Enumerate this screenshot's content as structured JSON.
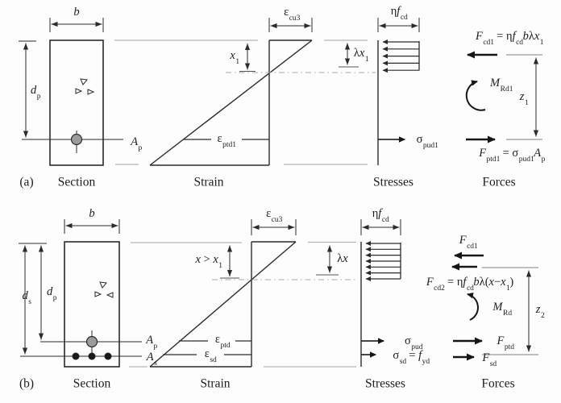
{
  "figure_type": "reinforced-prestressed-concrete-section-analysis",
  "colors": {
    "ink": "#2b2b2b",
    "light_reference_line": "#b5b5b5",
    "neutral_axis_line": "#a9a9a9",
    "tendon_fill": "#9b9b9b",
    "rebar_fill": "#1a1a1a",
    "background": "#fdfdfd"
  },
  "panel_a": {
    "tag": "(a)",
    "captions": {
      "section": "Section",
      "strain": "Strain",
      "stresses": "Stresses",
      "forces": "Forces"
    },
    "labels": {
      "b": [
        {
          "t": "b",
          "i": 1
        }
      ],
      "dp": [
        {
          "t": "d",
          "s": "p",
          "i": 1
        }
      ],
      "Ap": [
        {
          "t": "A",
          "s": "p",
          "i": 1
        }
      ],
      "ecu3": [
        {
          "t": "ε",
          "s": "cu3"
        }
      ],
      "x1": [
        {
          "t": "x",
          "s": "1",
          "i": 1
        }
      ],
      "eptd1": [
        {
          "t": "ε",
          "s": "ptd1"
        }
      ],
      "nfcd": [
        {
          "t": "η"
        },
        {
          "t": "f",
          "s": "cd",
          "i": 1
        }
      ],
      "lx1": [
        {
          "t": "λ"
        },
        {
          "t": "x",
          "s": "1",
          "i": 1
        }
      ],
      "spud1": [
        {
          "t": "σ",
          "s": "pud1"
        }
      ],
      "Fcd1_eq": [
        {
          "t": "F",
          "s": "cd1",
          "i": 1
        },
        {
          "t": " = η"
        },
        {
          "t": "f",
          "s": "cd",
          "i": 1
        },
        {
          "t": "b",
          "i": 1
        },
        {
          "t": "λ"
        },
        {
          "t": "x",
          "s": "1",
          "i": 1
        }
      ],
      "MRd1": [
        {
          "t": "M",
          "s": "Rd1",
          "i": 1
        }
      ],
      "z1": [
        {
          "t": "z",
          "s": "1",
          "i": 1
        }
      ],
      "Fptd1_eq": [
        {
          "t": "F",
          "s": "ptd1",
          "i": 1
        },
        {
          "t": " = "
        },
        {
          "t": "σ",
          "s": "pud1"
        },
        {
          "t": "A",
          "s": "p",
          "i": 1
        }
      ]
    }
  },
  "panel_b": {
    "tag": "(b)",
    "captions": {
      "section": "Section",
      "strain": "Strain",
      "stresses": "Stresses",
      "forces": "Forces"
    },
    "labels": {
      "b": [
        {
          "t": "b",
          "i": 1
        }
      ],
      "ds": [
        {
          "t": "d",
          "s": "s",
          "i": 1
        }
      ],
      "dp": [
        {
          "t": "d",
          "s": "p",
          "i": 1
        }
      ],
      "Ap": [
        {
          "t": "A",
          "s": "p",
          "i": 1
        }
      ],
      "As": [
        {
          "t": "A",
          "s": "s",
          "i": 1
        }
      ],
      "ecu3": [
        {
          "t": "ε",
          "s": "cu3"
        }
      ],
      "x_gt_x1": [
        {
          "t": "x",
          "i": 1
        },
        {
          "t": " > "
        },
        {
          "t": "x",
          "s": "1",
          "i": 1
        }
      ],
      "eptd": [
        {
          "t": "ε",
          "s": "ptd"
        }
      ],
      "esd": [
        {
          "t": "ε",
          "s": "sd"
        }
      ],
      "lx": [
        {
          "t": "λ"
        },
        {
          "t": "x",
          "i": 1
        }
      ],
      "nfcd": [
        {
          "t": "η"
        },
        {
          "t": "f",
          "s": "cd",
          "i": 1
        }
      ],
      "spud": [
        {
          "t": "σ",
          "s": "pud"
        }
      ],
      "ssd_eq": [
        {
          "t": "σ",
          "s": "sd"
        },
        {
          "t": " = "
        },
        {
          "t": "f",
          "s": "yd",
          "i": 1
        }
      ],
      "Fcd1": [
        {
          "t": "F",
          "s": "cd1",
          "i": 1
        }
      ],
      "Fcd2_eq": [
        {
          "t": "F",
          "s": "cd2",
          "i": 1
        },
        {
          "t": " = η"
        },
        {
          "t": "f",
          "s": "cd",
          "i": 1
        },
        {
          "t": "b",
          "i": 1
        },
        {
          "t": "λ("
        },
        {
          "t": "x",
          "i": 1
        },
        {
          "t": "−"
        },
        {
          "t": "x",
          "s": "1",
          "i": 1
        },
        {
          "t": ")"
        }
      ],
      "MRd": [
        {
          "t": "M",
          "s": "Rd",
          "i": 1
        }
      ],
      "z2": [
        {
          "t": "z",
          "s": "2",
          "i": 1
        }
      ],
      "Fptd": [
        {
          "t": "F",
          "s": "ptd",
          "i": 1
        }
      ],
      "Fsd": [
        {
          "t": "F",
          "s": "sd",
          "i": 1
        }
      ]
    }
  }
}
